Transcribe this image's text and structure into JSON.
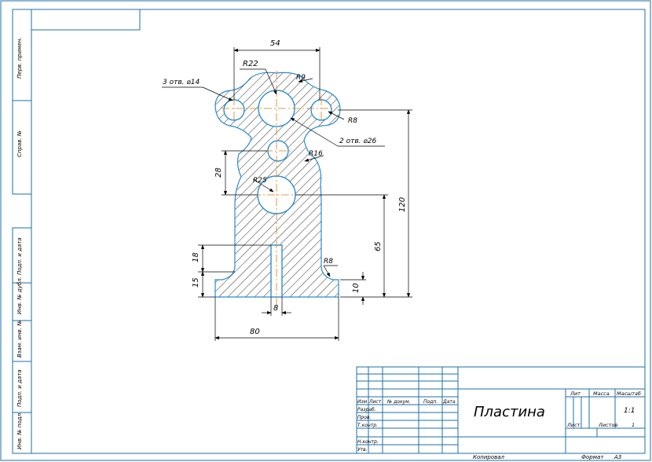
{
  "drawing": {
    "title": "Пластина",
    "scale": "1:1",
    "sheet_label": "Лист",
    "sheets_label": "Листов",
    "sheets_value": "1",
    "lit_label": "Лит",
    "mass_label": "Масса",
    "scale_label": "Масштаб",
    "copied_label": "Копировал",
    "format_label": "Формат",
    "format_value": "A3"
  },
  "stamp_rows": {
    "header": [
      "Изм",
      "Лист",
      "№ докум.",
      "Подп.",
      "Дата"
    ],
    "razrab": "Разраб.",
    "prov": "Пров.",
    "tkontr": "Т.контр.",
    "nkontr": "Н.контр.",
    "utv": "Утв."
  },
  "side_labels": {
    "perv_primen": "Перв. примен.",
    "sprav": "Справ. №",
    "podp_data_1": "Подп. и дата",
    "inv_dubl": "Инв. № дубл.",
    "vzam_inv": "Взам. инв. №",
    "podp_data_2": "Подп. и дата",
    "inv_podl": "Инв. № подл."
  },
  "dimensions": {
    "width_top": "54",
    "r22": "R22",
    "r9": "R9",
    "r8_top": "R8",
    "holes_small": "3 отв. ⌀14",
    "holes_large": "2 отв. ⌀26",
    "r16": "R16",
    "r25": "R25",
    "d28": "28",
    "d120": "120",
    "d65": "65",
    "d18": "18",
    "d15": "15",
    "d10": "10",
    "r8_bottom": "R8",
    "slot_8": "8",
    "base_80": "80"
  },
  "colors": {
    "frame": "#1e6fa8",
    "outline": "#2a8bd0",
    "axis": "#e07a10",
    "hatch": "#1a1a1a"
  }
}
